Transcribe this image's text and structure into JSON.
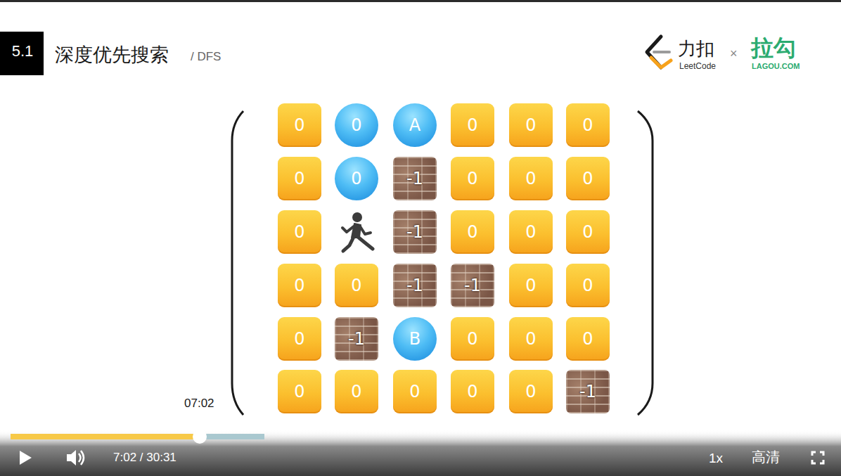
{
  "diagram": {
    "title": "深度优先搜索",
    "nodes": [
      {
        "text": [
          "0"
        ]
      },
      {
        "text": [
          "0"
        ]
      },
      {
        "text": [
          "A"
        ]
      },
      {
        "text": [
          "0"
        ]
      },
      {
        "text": [
          "0"
        ]
      },
      {
        "text": [
          "0"
        ]
      },
      {
        "text": [
          "0"
        ]
      },
      {
        "text": [
          "0"
        ]
      },
      {
        "text": [
          "-1"
        ]
      },
      {
        "text": [
          "0"
        ]
      },
      {
        "text": [
          "0"
        ]
      },
      {
        "text": [
          "0"
        ]
      },
      {
        "text": [
          "0"
        ]
      },
      {
        "text": [
          "-1"
        ]
      },
      {
        "text": [
          "0"
        ]
      },
      {
        "text": [
          "0"
        ]
      },
      {
        "text": [
          "0"
        ]
      },
      {
        "text": [
          "0"
        ]
      },
      {
        "text": [
          "0"
        ]
      },
      {
        "text": [
          "-1"
        ]
      },
      {
        "text": [
          "-1"
        ]
      },
      {
        "text": [
          "0"
        ]
      },
      {
        "text": [
          "0"
        ]
      },
      {
        "text": [
          "0"
        ]
      },
      {
        "text": [
          "-1"
        ]
      },
      {
        "text": [
          "B"
        ]
      },
      {
        "text": [
          "0"
        ]
      },
      {
        "text": [
          "0"
        ]
      },
      {
        "text": [
          "0"
        ]
      },
      {
        "text": [
          "0"
        ]
      },
      {
        "text": [
          "0"
        ]
      },
      {
        "text": [
          "0"
        ]
      },
      {
        "text": [
          "0"
        ]
      },
      {
        "text": [
          "0"
        ]
      },
      {
        "text": [
          "-1"
        ]
      }
    ],
    "labels": [
      "5.1",
      "/ DFS",
      "力扣",
      "LeetCode",
      "×",
      "拉勾",
      "LAGOU.COM",
      "07:02",
      "7:02 / 30:31",
      "1x",
      "高清"
    ]
  }
}
